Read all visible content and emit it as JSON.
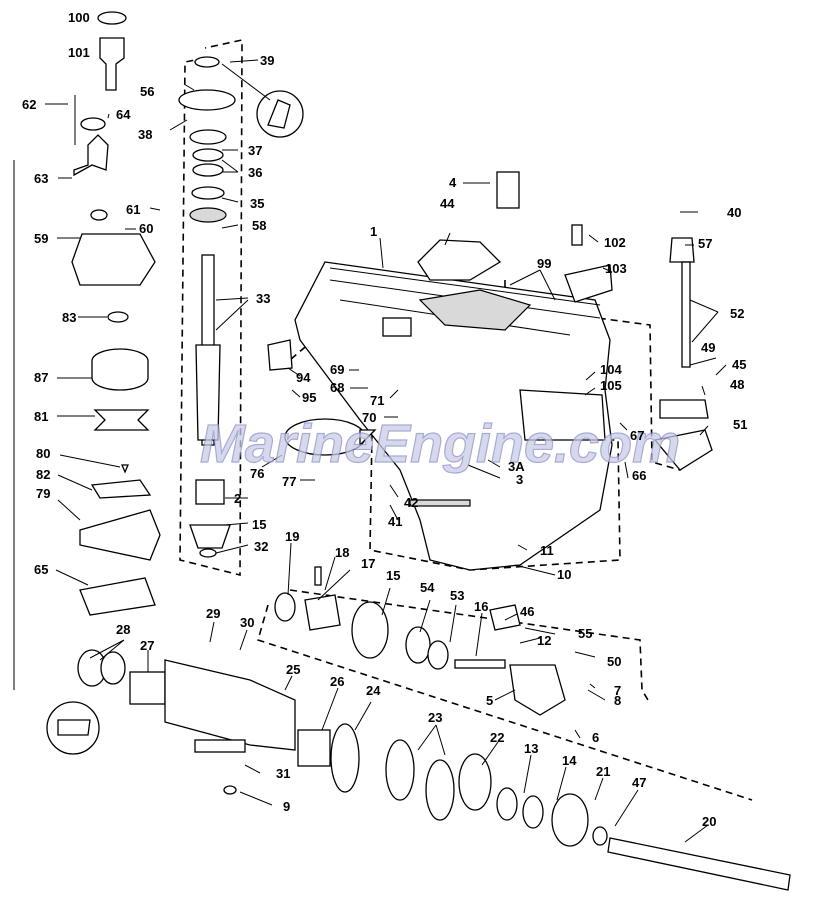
{
  "watermark": "MarineEngine.com",
  "callouts": [
    "100",
    "101",
    "39",
    "56",
    "62",
    "64",
    "38",
    "37",
    "36",
    "63",
    "35",
    "61",
    "60",
    "58",
    "59",
    "33",
    "83",
    "87",
    "81",
    "80",
    "82",
    "79",
    "65",
    "2",
    "15",
    "32",
    "94",
    "95",
    "69",
    "68",
    "71",
    "70",
    "76",
    "77",
    "3",
    "3A",
    "42",
    "41",
    "11",
    "10",
    "1",
    "44",
    "4",
    "99",
    "103",
    "102",
    "57",
    "40",
    "52",
    "49",
    "45",
    "48",
    "104",
    "105",
    "67",
    "66",
    "51",
    "19",
    "18",
    "17",
    "15",
    "54",
    "53",
    "16",
    "46",
    "55",
    "12",
    "50",
    "7",
    "8",
    "5",
    "6",
    "29",
    "30",
    "28",
    "27",
    "25",
    "26",
    "24",
    "23",
    "22",
    "13",
    "14",
    "21",
    "47",
    "20",
    "31",
    "9"
  ]
}
